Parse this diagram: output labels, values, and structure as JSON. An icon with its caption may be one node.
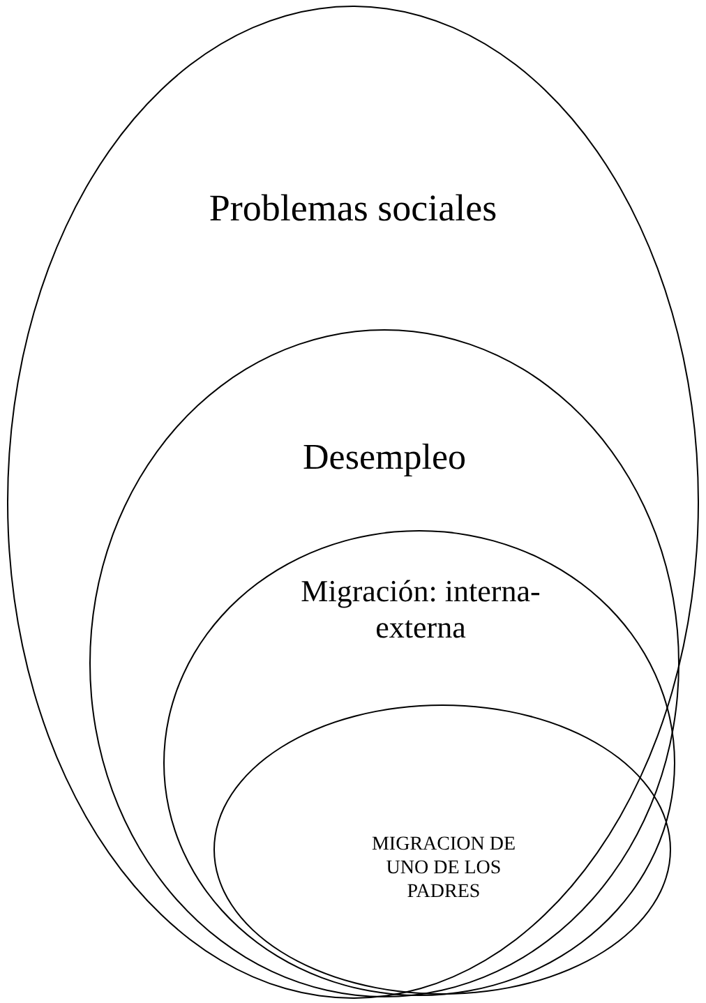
{
  "diagram": {
    "nodes": [
      {
        "text": [
          "Problemas sociales"
        ]
      },
      {
        "text": [
          "Desempleo"
        ],
        "in": 0
      },
      {
        "text": [
          "Migración: interna-externa"
        ],
        "in": 1
      },
      {
        "text": [
          "MIGRACION DE UNO DE LOS PADRES"
        ],
        "in": 2
      }
    ],
    "edges": []
  }
}
